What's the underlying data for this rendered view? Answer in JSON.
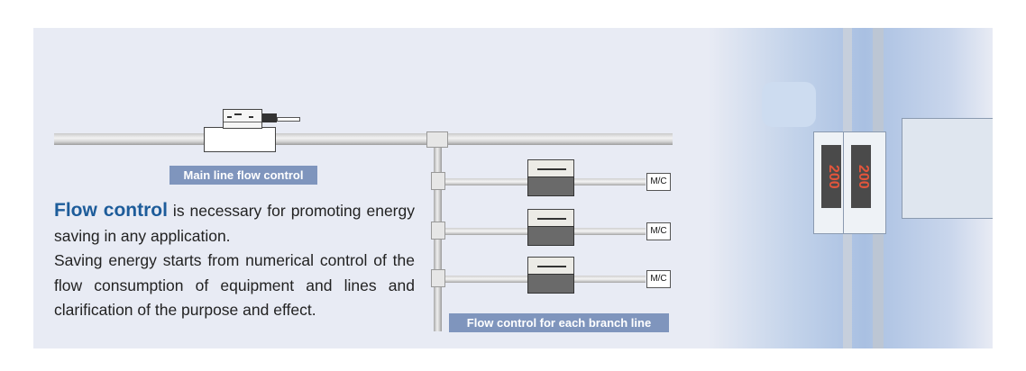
{
  "colors": {
    "panel_bg": "#e8ebf4",
    "label_bg": "#7f95bd",
    "highlight": "#1d5c9a",
    "display_digits": "#e2553c"
  },
  "diagram": {
    "main_line_label": "Main line flow control",
    "branch_label": "Flow control for each branch line",
    "branches": [
      {
        "endpoint": "M/C"
      },
      {
        "endpoint": "M/C"
      },
      {
        "endpoint": "M/C"
      }
    ]
  },
  "description": {
    "highlight": "Flow control",
    "sentence1_rest": " is necessary for promoting energy saving in any application.",
    "sentence2": "Saving energy starts from numerical control of the flow consumption of equipment and lines and clarification of the purpose and effect."
  },
  "photo": {
    "display_readings": [
      "200",
      "200"
    ]
  }
}
